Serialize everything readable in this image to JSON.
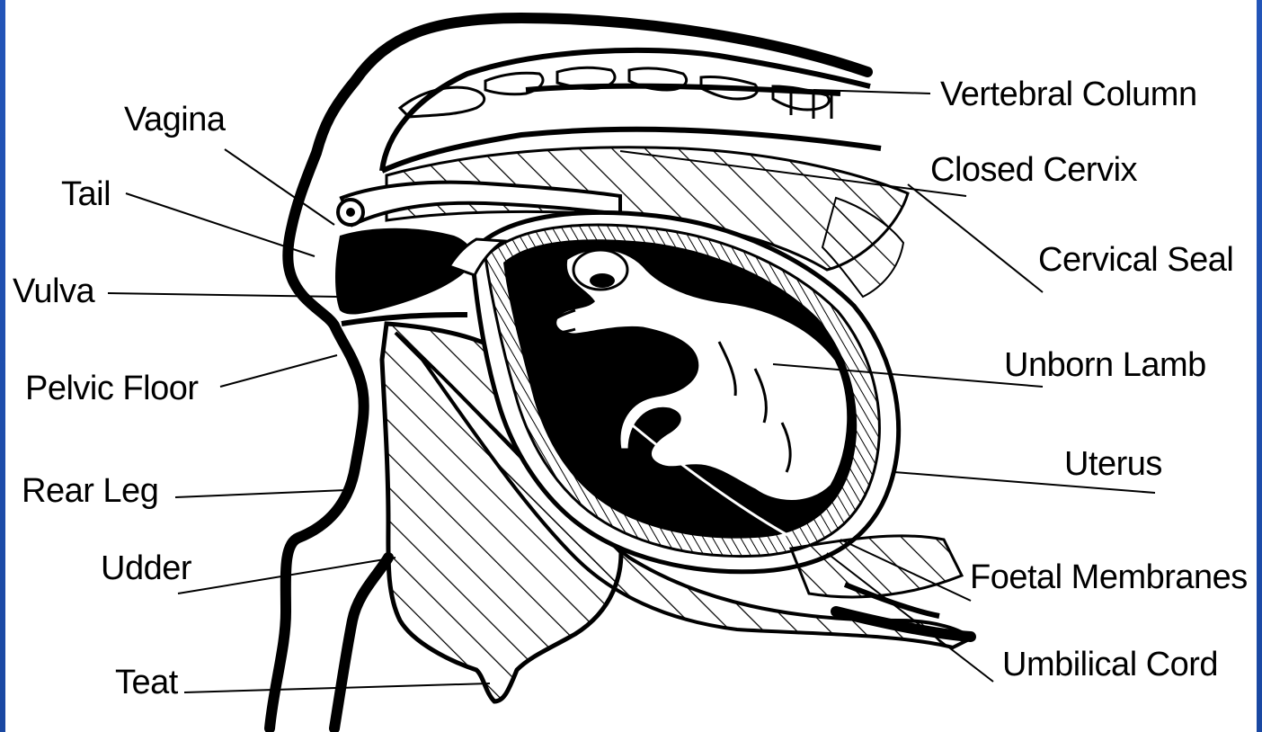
{
  "diagram": {
    "labels": {
      "vertebral_column": "Vertebral Column",
      "vagina": "Vagina",
      "closed_cervix": "Closed Cervix",
      "tail": "Tail",
      "cervical_seal": "Cervical Seal",
      "vulva": "Vulva",
      "unborn_lamb": "Unborn Lamb",
      "pelvic_floor": "Pelvic Floor",
      "uterus": "Uterus",
      "rear_leg": "Rear Leg",
      "udder": "Udder",
      "foetal_membranes": "Foetal Membranes",
      "teat": "Teat",
      "umbilical_cord": "Umbilical Cord"
    }
  },
  "colors": {
    "slide_background": "#1b4aa6",
    "panel": "#ffffff",
    "ink": "#000000"
  }
}
